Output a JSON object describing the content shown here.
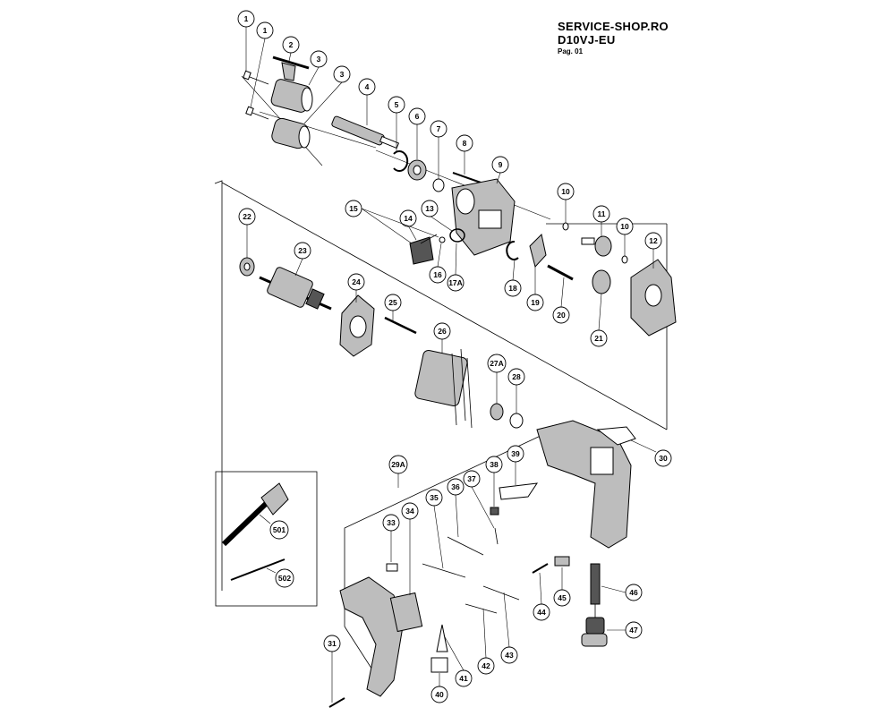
{
  "header": {
    "shop": "SERVICE-SHOP.RO",
    "model": "D10VJ-EU",
    "page": "Pag. 01"
  },
  "parts": {
    "p1a": "1",
    "p1b": "1",
    "p2": "2",
    "p3a": "3",
    "p3b": "3",
    "p4": "4",
    "p5": "5",
    "p6": "6",
    "p7": "7",
    "p8": "8",
    "p9": "9",
    "p10a": "10",
    "p10b": "10",
    "p11": "11",
    "p12": "12",
    "p13": "13",
    "p14": "14",
    "p15": "15",
    "p16": "16",
    "p17a": "17A",
    "p18": "18",
    "p19": "19",
    "p20": "20",
    "p21": "21",
    "p22": "22",
    "p23": "23",
    "p24": "24",
    "p25": "25",
    "p26": "26",
    "p27a": "27A",
    "p28": "28",
    "p29a": "29A",
    "p30": "30",
    "p31": "31",
    "p33": "33",
    "p34": "34",
    "p35": "35",
    "p36": "36",
    "p37": "37",
    "p38": "38",
    "p39": "39",
    "p40": "40",
    "p41": "41",
    "p42": "42",
    "p43": "43",
    "p44": "44",
    "p45": "45",
    "p46": "46",
    "p47": "47",
    "p501": "501",
    "p502": "502"
  }
}
